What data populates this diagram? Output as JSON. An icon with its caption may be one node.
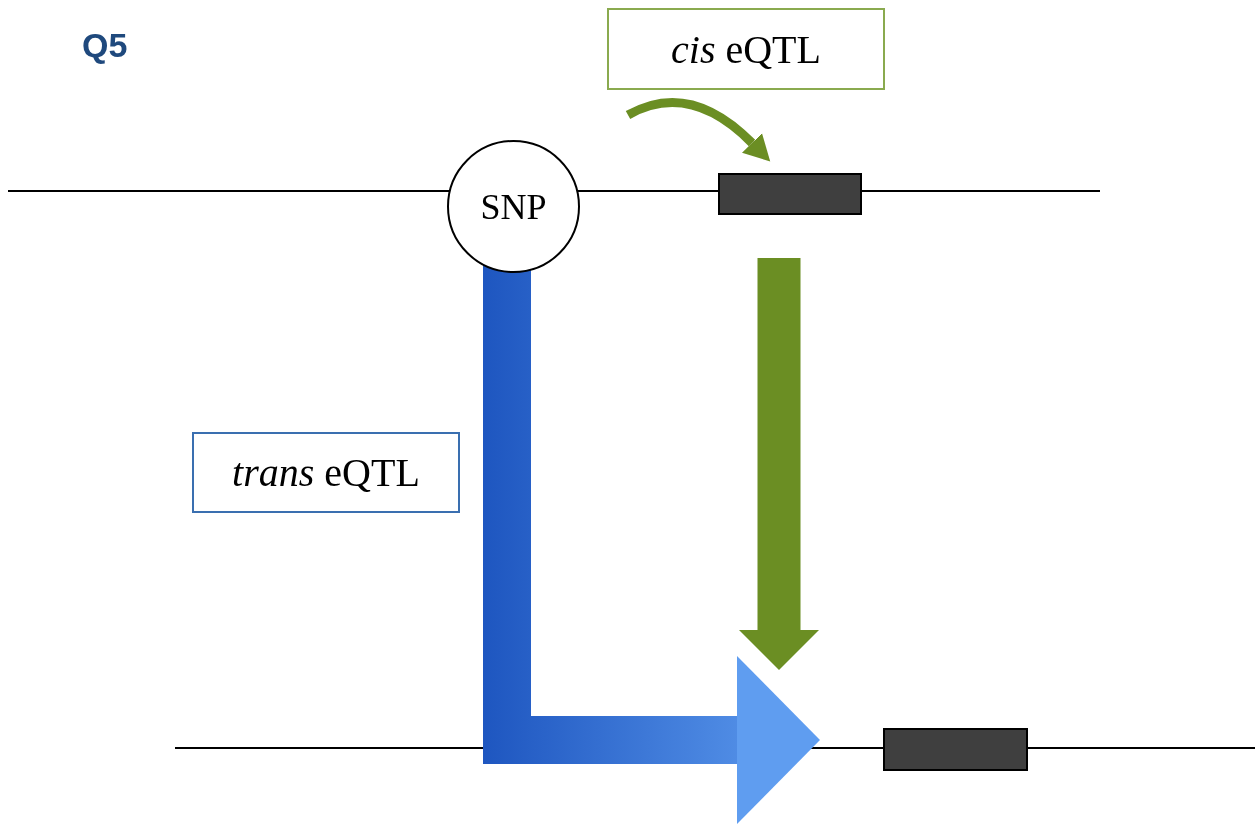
{
  "diagram": {
    "title": "Q5",
    "nodes": [
      {
        "text": [
          "SNP"
        ]
      },
      {
        "text": [],
        "shape": "box"
      },
      {
        "text": [],
        "shape": "box"
      },
      {
        "text": [
          "*cis* eQTL"
        ]
      },
      {
        "text": [
          "*trans* eQTL"
        ]
      }
    ],
    "edges": [
      {
        "from": null,
        "to": 1,
        "arrow": "to",
        "color": "#6b8e23"
      },
      {
        "from": 1,
        "to": 2,
        "arrow": "to",
        "style": "thick",
        "color": "#6b8e23"
      },
      {
        "from": 0,
        "to": 2,
        "arrow": "to",
        "style": "thick",
        "color": "#1e56c0"
      }
    ]
  }
}
